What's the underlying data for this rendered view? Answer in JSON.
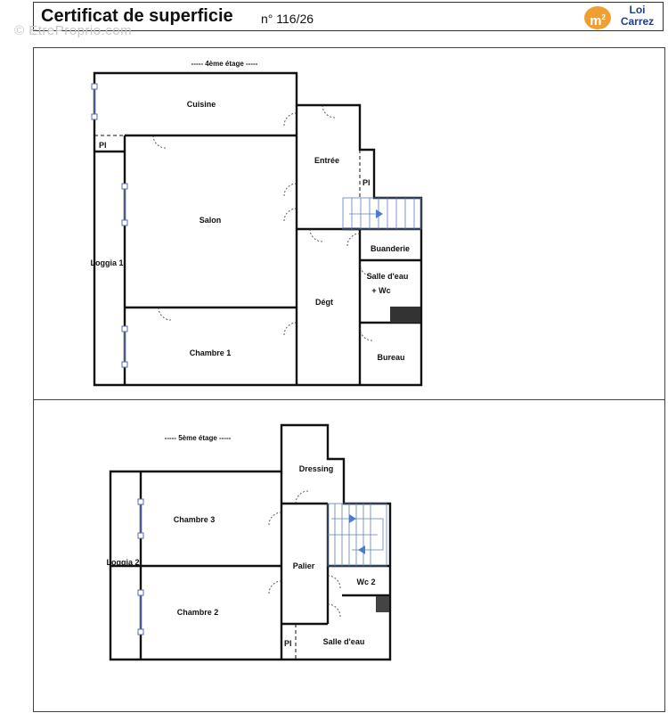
{
  "header": {
    "title": "Certificat de superficie",
    "cert_number": "n° 116/26",
    "badge": "m",
    "badge_sup": "2",
    "loi_line1": "Loi",
    "loi_line2": "Carrez",
    "watermark": "© EtreProprio.com"
  },
  "floor4": {
    "title": "----- 4ème étage -----",
    "rooms": {
      "cuisine": "Cuisine",
      "pl_a": "Pl",
      "entree": "Entrée",
      "pl_b": "Pl",
      "salon": "Salon",
      "loggia1": "Loggia 1",
      "buanderie": "Buanderie",
      "salle_eau_1": "Salle d'eau",
      "salle_eau_1b": "+ Wc",
      "degt": "Dégt",
      "chambre1": "Chambre 1",
      "bureau": "Bureau"
    }
  },
  "floor5": {
    "title": "----- 5ème étage -----",
    "rooms": {
      "dressing": "Dressing",
      "chambre3": "Chambre 3",
      "loggia2": "Loggia 2",
      "palier": "Palier",
      "wc2": "Wc 2",
      "chambre2": "Chambre 2",
      "pl": "Pl",
      "salle_eau_2": "Salle d'eau"
    }
  },
  "colors": {
    "window": "#5a6ab0",
    "stair": "#5b7fb8",
    "badge": "#f0a030",
    "loi_text": "#1d3f8a"
  }
}
